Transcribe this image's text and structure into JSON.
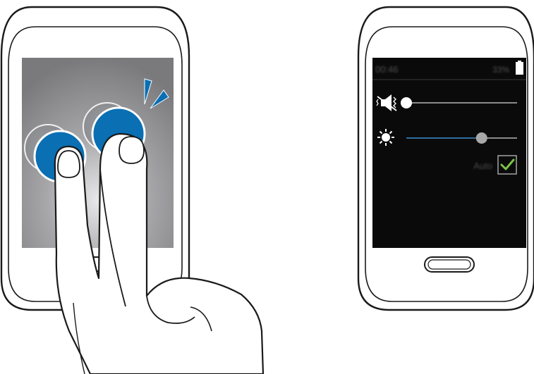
{
  "left_device": {
    "gesture": "two-finger-double-tap",
    "icons": {
      "tap_circle_1": "tap-circle-icon",
      "tap_circle_2": "tap-circle-icon",
      "tap_indicator": "tap-motion-icon",
      "hand": "two-finger-hand-icon"
    }
  },
  "right_device": {
    "status_bar": {
      "time": "00:46",
      "battery_percent": "33%",
      "battery_icon": "battery-icon"
    },
    "volume": {
      "icon": "vibrate-volume-icon",
      "level": 0.0
    },
    "brightness": {
      "icon": "brightness-sun-icon",
      "level": 0.68
    },
    "auto": {
      "label": "Auto",
      "checked": true,
      "icon": "checkmark-icon"
    }
  },
  "colors": {
    "accent_blue": "#0a6fb3",
    "check_green": "#7cc142",
    "screen_dark": "#0a0a0a",
    "device_outline": "#1a1a1a"
  }
}
